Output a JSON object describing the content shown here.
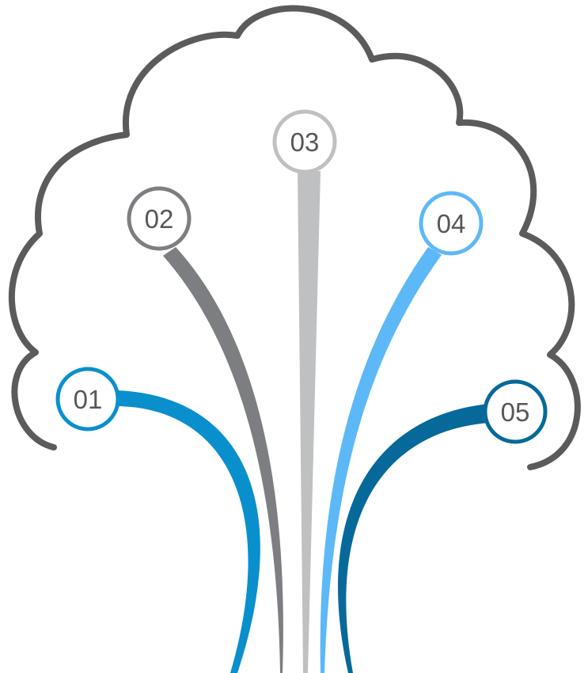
{
  "diagram": {
    "type": "tree-infographic",
    "crown_outline_color": "#5a5b5d",
    "nodes": [
      {
        "label": "01",
        "color": "#0a8fcd"
      },
      {
        "label": "02",
        "color": "#7d7e81"
      },
      {
        "label": "03",
        "color": "#bfc0c1"
      },
      {
        "label": "04",
        "color": "#5db8f7"
      },
      {
        "label": "05",
        "color": "#07699a"
      }
    ]
  }
}
